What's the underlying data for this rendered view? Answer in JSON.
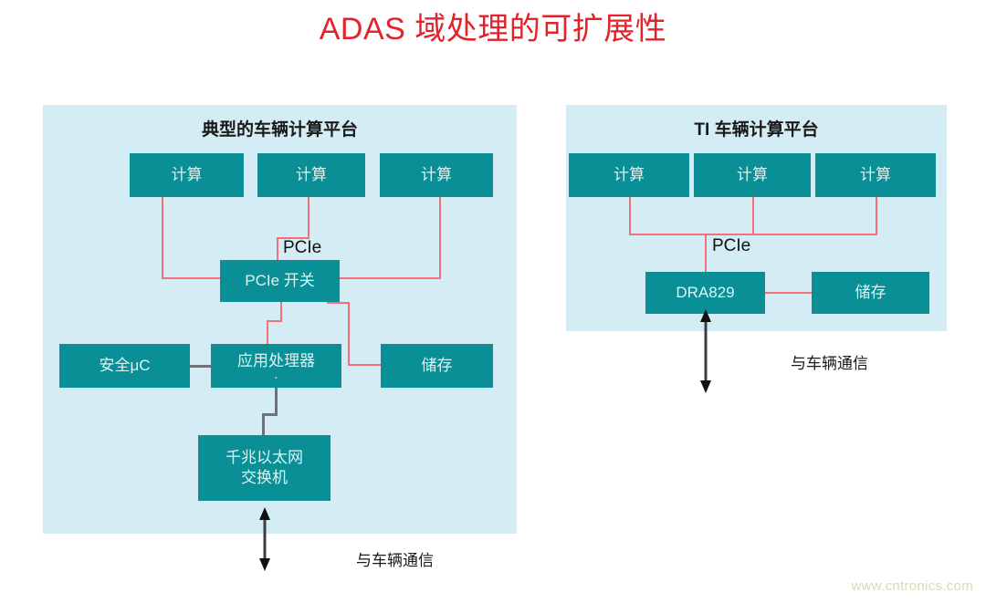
{
  "slide": {
    "title": "ADAS 域处理的可扩展性",
    "title_color": "#e3232b",
    "background": "#ffffff"
  },
  "theme": {
    "panel_bg": "#d4ecf4",
    "node_fill": "#0a8f96",
    "node_text": "#d9f6f6",
    "pcie_link": "#f2707c",
    "gray_link": "#6f7276",
    "arrow": "#1a1a1a",
    "watermark": "#cfe0b6"
  },
  "left_panel": {
    "title": "典型的车辆计算平台",
    "nodes": {
      "compute_1": "计算",
      "compute_2": "计算",
      "compute_3": "计算",
      "pcie_switch": "PCIe 开关",
      "safety_mcu": "安全μC",
      "app_processor": "应用处理器",
      "app_processor_sub": ".",
      "storage": "储存",
      "gig_eth_line1": "千兆以太网",
      "gig_eth_line2": "交换机"
    },
    "link_labels": {
      "pcie": "PCIe"
    },
    "caption": "与车辆通信"
  },
  "right_panel": {
    "title": "TI 车辆计算平台",
    "nodes": {
      "compute_1": "计算",
      "compute_2": "计算",
      "compute_3": "计算",
      "soc": "DRA829",
      "storage": "储存"
    },
    "link_labels": {
      "pcie": "PCIe"
    },
    "caption": "与车辆通信"
  },
  "watermark": {
    "text": "www.cntronics.com"
  }
}
